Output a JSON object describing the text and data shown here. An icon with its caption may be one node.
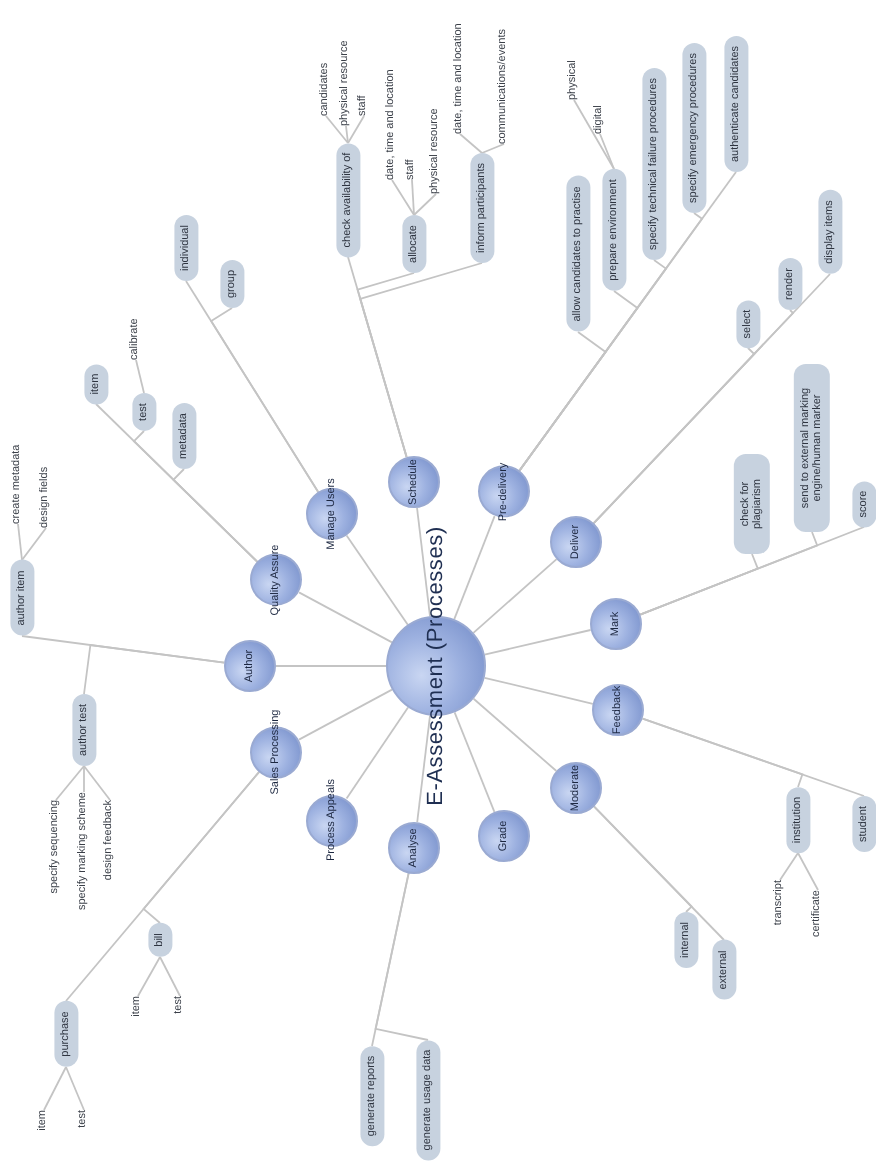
{
  "diagram": {
    "nodes": [
      {
        "text": [
          "E-Assessment (Processes)"
        ]
      },
      {
        "text": [
          "Author"
        ]
      },
      {
        "text": [
          "Quality Assure"
        ]
      },
      {
        "text": [
          "Manage Users"
        ]
      },
      {
        "text": [
          "Schedule"
        ]
      },
      {
        "text": [
          "Pre-delivery"
        ]
      },
      {
        "text": [
          "Deliver"
        ]
      },
      {
        "text": [
          "Mark"
        ]
      },
      {
        "text": [
          "Feedback"
        ]
      },
      {
        "text": [
          "Moderate"
        ]
      },
      {
        "text": [
          "Grade"
        ]
      },
      {
        "text": [
          "Analyse"
        ]
      },
      {
        "text": [
          "Process Appeals"
        ]
      },
      {
        "text": [
          "Sales Processing"
        ]
      },
      {
        "text": [
          "author item"
        ]
      },
      {
        "text": [
          "create metadata"
        ]
      },
      {
        "text": [
          "design fields"
        ]
      },
      {
        "text": [
          "author test"
        ]
      },
      {
        "text": [
          "specify sequencing"
        ]
      },
      {
        "text": [
          "specify marking scheme"
        ]
      },
      {
        "text": [
          "design feedback"
        ]
      },
      {
        "text": [
          "item"
        ]
      },
      {
        "text": [
          "test"
        ]
      },
      {
        "text": [
          "calibrate"
        ]
      },
      {
        "text": [
          "metadata"
        ]
      },
      {
        "text": [
          "individual"
        ]
      },
      {
        "text": [
          "group"
        ]
      },
      {
        "text": [
          "check availability of"
        ]
      },
      {
        "text": [
          "candidates"
        ]
      },
      {
        "text": [
          "physical resource"
        ]
      },
      {
        "text": [
          "staff"
        ]
      },
      {
        "text": [
          "allocate"
        ]
      },
      {
        "text": [
          "date, time and location"
        ]
      },
      {
        "text": [
          "staff"
        ]
      },
      {
        "text": [
          "physical resource"
        ]
      },
      {
        "text": [
          "inform participants"
        ]
      },
      {
        "text": [
          "date, time and location"
        ]
      },
      {
        "text": [
          "communications/events"
        ]
      },
      {
        "text": [
          "allow candidates to practise"
        ]
      },
      {
        "text": [
          "prepare environment"
        ]
      },
      {
        "text": [
          "physical"
        ]
      },
      {
        "text": [
          "digital"
        ]
      },
      {
        "text": [
          "specify technical failure procedures"
        ]
      },
      {
        "text": [
          "specify emergency procedures"
        ]
      },
      {
        "text": [
          "authenticate candidates"
        ]
      },
      {
        "text": [
          "select"
        ]
      },
      {
        "text": [
          "render"
        ]
      },
      {
        "text": [
          "display items"
        ]
      },
      {
        "text": [
          "check for plagiarism"
        ]
      },
      {
        "text": [
          "send to external marking engine/human marker"
        ]
      },
      {
        "text": [
          "score"
        ]
      },
      {
        "text": [
          "institution"
        ]
      },
      {
        "text": [
          "transcript"
        ]
      },
      {
        "text": [
          "certificate"
        ]
      },
      {
        "text": [
          "student"
        ]
      },
      {
        "text": [
          "internal"
        ]
      },
      {
        "text": [
          "external"
        ]
      },
      {
        "text": [
          "generate reports"
        ]
      },
      {
        "text": [
          "generate usage data"
        ]
      },
      {
        "text": [
          "bill"
        ]
      },
      {
        "text": [
          "item"
        ]
      },
      {
        "text": [
          "test"
        ]
      },
      {
        "text": [
          "purchase"
        ]
      },
      {
        "text": [
          "item"
        ]
      },
      {
        "text": [
          "test"
        ]
      }
    ],
    "edges": [
      {
        "from": 0,
        "to": 1,
        "arrow": "none"
      },
      {
        "from": 0,
        "to": 2,
        "arrow": "none"
      },
      {
        "from": 0,
        "to": 3,
        "arrow": "none"
      },
      {
        "from": 0,
        "to": 4,
        "arrow": "none"
      },
      {
        "from": 0,
        "to": 5,
        "arrow": "none"
      },
      {
        "from": 0,
        "to": 6,
        "arrow": "none"
      },
      {
        "from": 0,
        "to": 7,
        "arrow": "none"
      },
      {
        "from": 0,
        "to": 8,
        "arrow": "none"
      },
      {
        "from": 0,
        "to": 9,
        "arrow": "none"
      },
      {
        "from": 0,
        "to": 10,
        "arrow": "none"
      },
      {
        "from": 0,
        "to": 11,
        "arrow": "none"
      },
      {
        "from": 0,
        "to": 12,
        "arrow": "none"
      },
      {
        "from": 0,
        "to": 13,
        "arrow": "none"
      },
      {
        "from": 1,
        "to": 14,
        "arrow": "none"
      },
      {
        "from": 14,
        "to": 15,
        "arrow": "none"
      },
      {
        "from": 14,
        "to": 16,
        "arrow": "none"
      },
      {
        "from": 1,
        "to": 17,
        "arrow": "none"
      },
      {
        "from": 17,
        "to": 18,
        "arrow": "none"
      },
      {
        "from": 17,
        "to": 19,
        "arrow": "none"
      },
      {
        "from": 17,
        "to": 20,
        "arrow": "none"
      },
      {
        "from": 2,
        "to": 21,
        "arrow": "none"
      },
      {
        "from": 2,
        "to": 22,
        "arrow": "none"
      },
      {
        "from": 22,
        "to": 23,
        "arrow": "none"
      },
      {
        "from": 2,
        "to": 24,
        "arrow": "none"
      },
      {
        "from": 3,
        "to": 25,
        "arrow": "none"
      },
      {
        "from": 3,
        "to": 26,
        "arrow": "none"
      },
      {
        "from": 4,
        "to": 27,
        "arrow": "none"
      },
      {
        "from": 27,
        "to": 28,
        "arrow": "none"
      },
      {
        "from": 27,
        "to": 29,
        "arrow": "none"
      },
      {
        "from": 27,
        "to": 30,
        "arrow": "none"
      },
      {
        "from": 4,
        "to": 31,
        "arrow": "none"
      },
      {
        "from": 31,
        "to": 32,
        "arrow": "none"
      },
      {
        "from": 31,
        "to": 33,
        "arrow": "none"
      },
      {
        "from": 31,
        "to": 34,
        "arrow": "none"
      },
      {
        "from": 4,
        "to": 35,
        "arrow": "none"
      },
      {
        "from": 35,
        "to": 36,
        "arrow": "none"
      },
      {
        "from": 35,
        "to": 37,
        "arrow": "none"
      },
      {
        "from": 5,
        "to": 38,
        "arrow": "none"
      },
      {
        "from": 5,
        "to": 39,
        "arrow": "none"
      },
      {
        "from": 39,
        "to": 40,
        "arrow": "none"
      },
      {
        "from": 39,
        "to": 41,
        "arrow": "none"
      },
      {
        "from": 5,
        "to": 42,
        "arrow": "none"
      },
      {
        "from": 5,
        "to": 43,
        "arrow": "none"
      },
      {
        "from": 5,
        "to": 44,
        "arrow": "none"
      },
      {
        "from": 6,
        "to": 45,
        "arrow": "none"
      },
      {
        "from": 6,
        "to": 46,
        "arrow": "none"
      },
      {
        "from": 6,
        "to": 47,
        "arrow": "none"
      },
      {
        "from": 7,
        "to": 48,
        "arrow": "none"
      },
      {
        "from": 7,
        "to": 49,
        "arrow": "none"
      },
      {
        "from": 7,
        "to": 50,
        "arrow": "none"
      },
      {
        "from": 8,
        "to": 51,
        "arrow": "none"
      },
      {
        "from": 51,
        "to": 52,
        "arrow": "none"
      },
      {
        "from": 51,
        "to": 53,
        "arrow": "none"
      },
      {
        "from": 8,
        "to": 54,
        "arrow": "none"
      },
      {
        "from": 9,
        "to": 55,
        "arrow": "none"
      },
      {
        "from": 9,
        "to": 56,
        "arrow": "none"
      },
      {
        "from": 11,
        "to": 57,
        "arrow": "none"
      },
      {
        "from": 11,
        "to": 58,
        "arrow": "none"
      },
      {
        "from": 13,
        "to": 59,
        "arrow": "none"
      },
      {
        "from": 59,
        "to": 60,
        "arrow": "none"
      },
      {
        "from": 59,
        "to": 61,
        "arrow": "none"
      },
      {
        "from": 13,
        "to": 62,
        "arrow": "none"
      },
      {
        "from": 62,
        "to": 63,
        "arrow": "none"
      },
      {
        "from": 62,
        "to": 64,
        "arrow": "none"
      }
    ]
  }
}
